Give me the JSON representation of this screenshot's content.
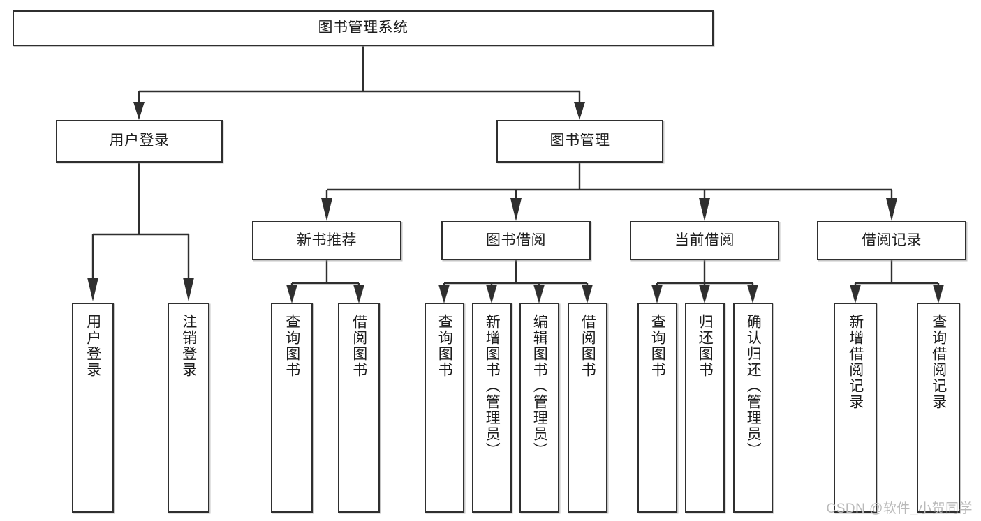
{
  "diagram": {
    "title": "图书管理系统",
    "type": "tree",
    "orientation": "top-down",
    "watermark": "CSDN @软件_小贺同学",
    "colors": {
      "background": "#ffffff",
      "border": "#2f2f2f",
      "text": "#1d1d1d",
      "watermark": "#b9b9b9"
    },
    "root": {
      "label": "图书管理系统"
    },
    "level2": [
      {
        "label": "用户登录"
      },
      {
        "label": "图书管理"
      }
    ],
    "level3": [
      {
        "label": "新书推荐"
      },
      {
        "label": "图书借阅"
      },
      {
        "label": "当前借阅"
      },
      {
        "label": "借阅记录"
      }
    ],
    "leaves": {
      "user_login": [
        {
          "label": "用户登录"
        },
        {
          "label": "注销登录"
        }
      ],
      "new_book_recommend": [
        {
          "label": "查询图书"
        },
        {
          "label": "借阅图书"
        }
      ],
      "book_borrow": [
        {
          "label": "查询图书"
        },
        {
          "label": "新增图书（管理员）"
        },
        {
          "label": "编辑图书（管理员）"
        },
        {
          "label": "借阅图书"
        }
      ],
      "current_borrow": [
        {
          "label": "查询图书"
        },
        {
          "label": "归还图书"
        },
        {
          "label": "确认归还（管理员）"
        }
      ],
      "borrow_record": [
        {
          "label": "新增借阅记录"
        },
        {
          "label": "查询借阅记录"
        }
      ]
    }
  }
}
